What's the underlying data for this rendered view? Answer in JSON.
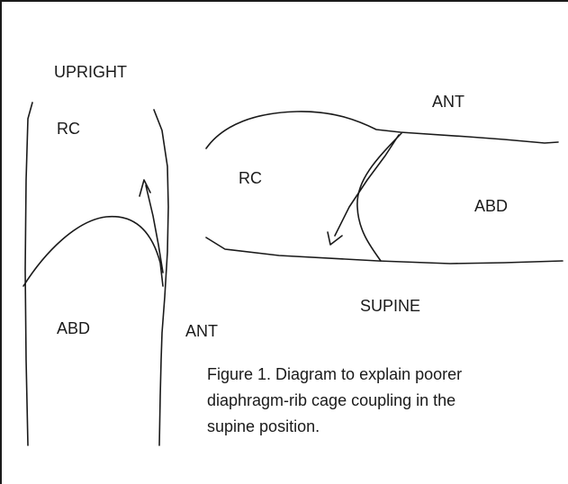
{
  "upright_panel": {
    "title": "UPRIGHT",
    "rib_cage_label": "RC",
    "abdomen_label": "ABD",
    "anterior_label": "ANT"
  },
  "supine_panel": {
    "title": "SUPINE",
    "rib_cage_label": "RC",
    "abdomen_label": "ABD",
    "anterior_label": "ANT"
  },
  "caption": {
    "lines": [
      "Figure 1. Diagram to explain poorer",
      "diaphragm-rib cage coupling in the",
      "supine position."
    ]
  },
  "colors": {
    "ink": "#1a1a1a",
    "background": "#ffffff"
  }
}
